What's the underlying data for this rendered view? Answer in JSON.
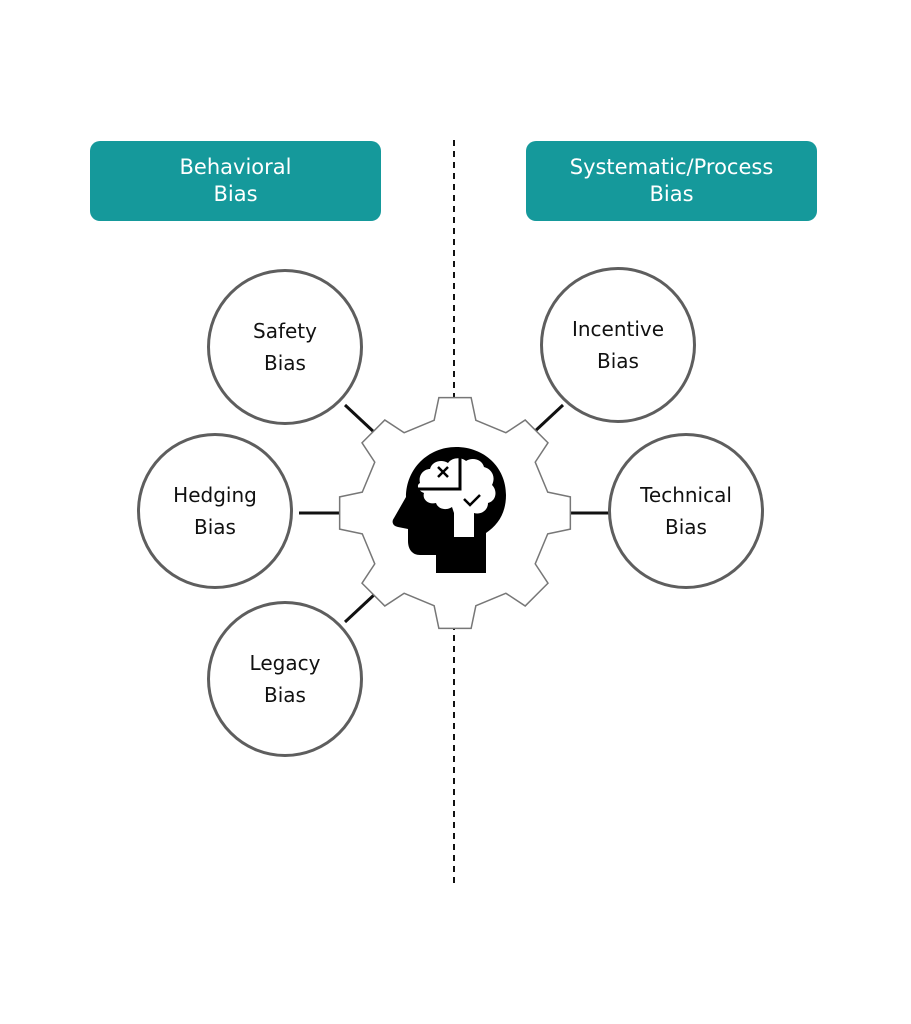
{
  "colors": {
    "header_bg": "#15999b",
    "circle_border": "#5e5e5e",
    "connector": "#111111",
    "gear_outline": "#777777"
  },
  "headers": {
    "left": "Behavioral\nBias",
    "right": "Systematic/Process\nBias"
  },
  "center": {
    "icon": "head-brain-gear-icon",
    "brain_marks": [
      "cross-mark",
      "check-mark"
    ]
  },
  "behavioral_biases": [
    {
      "label": "Safety\nBias"
    },
    {
      "label": "Hedging\nBias"
    },
    {
      "label": "Legacy\nBias"
    }
  ],
  "process_biases": [
    {
      "label": "Incentive\nBias"
    },
    {
      "label": "Technical\nBias"
    }
  ]
}
